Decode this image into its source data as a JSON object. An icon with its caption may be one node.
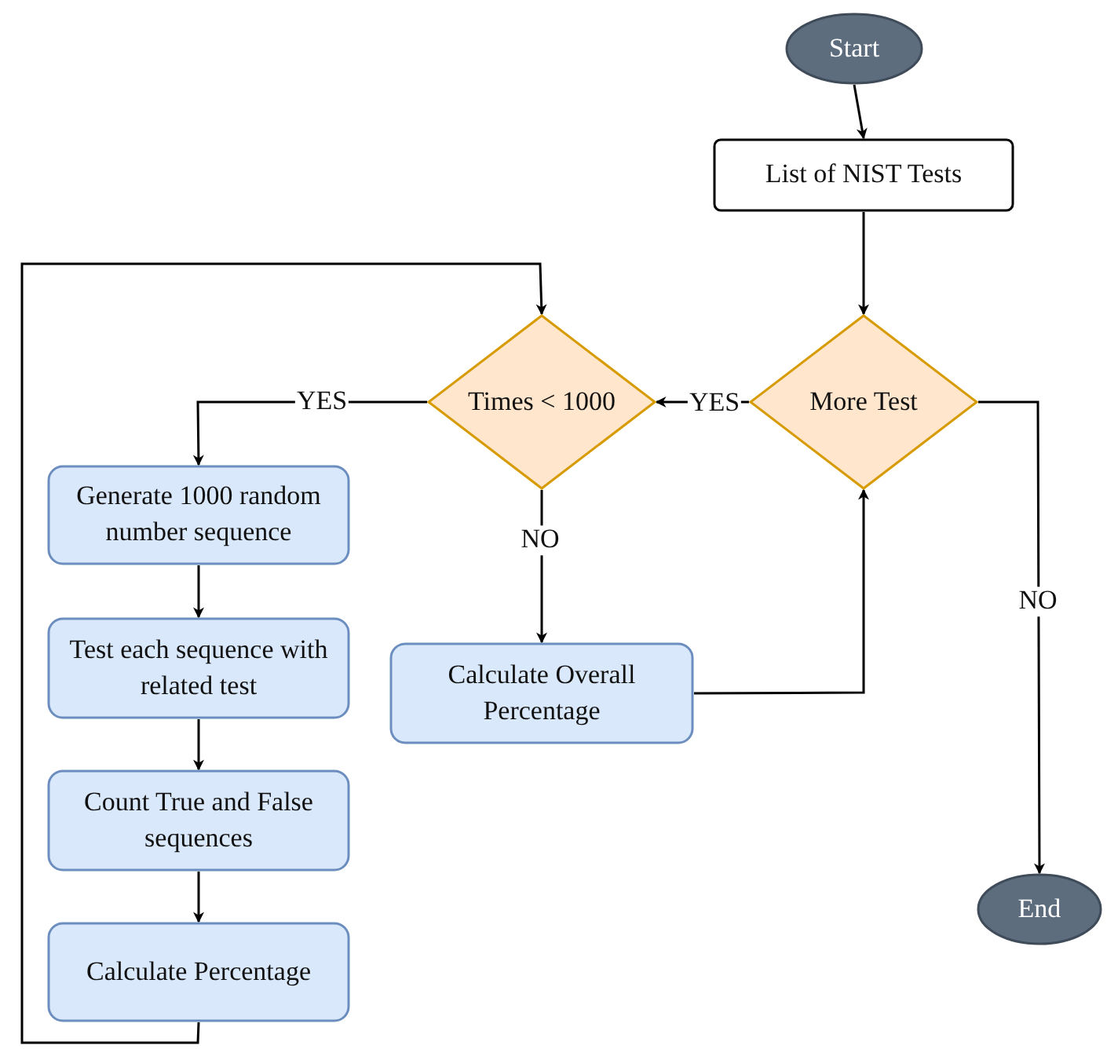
{
  "diagram": {
    "nodes": [
      {
        "text": [
          "Start"
        ]
      },
      {
        "text": [
          "List of NIST Tests"
        ]
      },
      {
        "text": [
          "More Test"
        ]
      },
      {
        "text": [
          "Times < 1000"
        ]
      },
      {
        "text": [
          "Generate 1000 random number sequence"
        ]
      },
      {
        "text": [
          "Test each sequence with related test"
        ]
      },
      {
        "text": [
          "Count True and False sequences"
        ]
      },
      {
        "text": [
          "Calculate Percentage"
        ]
      },
      {
        "text": [
          "Calculate Overall Percentage"
        ]
      },
      {
        "text": [
          "End"
        ]
      }
    ],
    "edges": [
      {
        "from": 0,
        "to": 1,
        "arrow": "to"
      },
      {
        "from": 1,
        "to": 2,
        "arrow": "to"
      },
      {
        "from": 2,
        "to": 3,
        "arrow": "to",
        "label": "YES"
      },
      {
        "from": 3,
        "to": 4,
        "arrow": "to",
        "label": "YES"
      },
      {
        "from": 4,
        "to": 5,
        "arrow": "to"
      },
      {
        "from": 5,
        "to": 6,
        "arrow": "to"
      },
      {
        "from": 6,
        "to": 7,
        "arrow": "to"
      },
      {
        "from": 7,
        "to": 3,
        "arrow": "to"
      },
      {
        "from": 3,
        "to": 8,
        "arrow": "to",
        "label": "NO"
      },
      {
        "from": 8,
        "to": 2,
        "arrow": "to"
      },
      {
        "from": 2,
        "to": 9,
        "arrow": "to",
        "label": "NO"
      }
    ]
  }
}
